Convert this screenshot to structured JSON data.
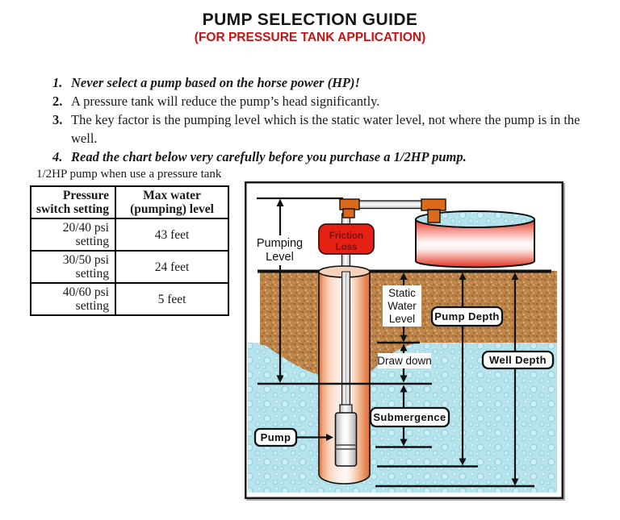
{
  "page": {
    "title": "PUMP SELECTION GUIDE",
    "subtitle": "(FOR PRESSURE TANK APPLICATION)",
    "subtitle_color": "#c41414"
  },
  "notes": [
    {
      "number": "1.",
      "text": "Never select a pump based on the horse power (HP)!",
      "emphasis": true
    },
    {
      "number": "2.",
      "text": "A pressure tank will reduce the pump’s head significantly.",
      "emphasis": false
    },
    {
      "number": "3.",
      "text": "The key factor is the pumping level which is the static water level, not where the pump is in the well.",
      "emphasis": false
    },
    {
      "number": "4.",
      "text": "Read the chart below very carefully before you purchase a 1/2HP pump.",
      "emphasis": true
    }
  ],
  "table": {
    "caption": "1/2HP pump when use a pressure tank",
    "header": {
      "col1_line1": "Pressure",
      "col1_line2": "switch setting",
      "col2_line1": "Max water",
      "col2_line2": "(pumping) level"
    },
    "rows": [
      {
        "setting_line1": "20/40 psi",
        "setting_line2": "setting",
        "max_water": "43 feet"
      },
      {
        "setting_line1": "30/50 psi",
        "setting_line2": "setting",
        "max_water": "24 feet"
      },
      {
        "setting_line1": "40/60 psi",
        "setting_line2": "setting",
        "max_water": "5 feet"
      }
    ]
  },
  "diagram": {
    "labels": {
      "pumping_level_line1": "Pumping",
      "pumping_level_line2": "Level",
      "friction_loss_line1": "Friction",
      "friction_loss_line2": "Loss",
      "static_water_line1": "Static",
      "static_water_line2": "Water",
      "static_water_line3": "Level",
      "pump_depth": "Pump Depth",
      "draw_down": "Draw down",
      "well_depth": "Well Depth",
      "submergence": "Submergence",
      "pump": "Pump"
    },
    "colors": {
      "soil": "#bc8348",
      "water": "#b7e3ec",
      "tank_red": "#e03226",
      "friction_box": "#e52015",
      "friction_text": "#7c0f0a",
      "fitting_orange": "#db6a1c"
    }
  }
}
